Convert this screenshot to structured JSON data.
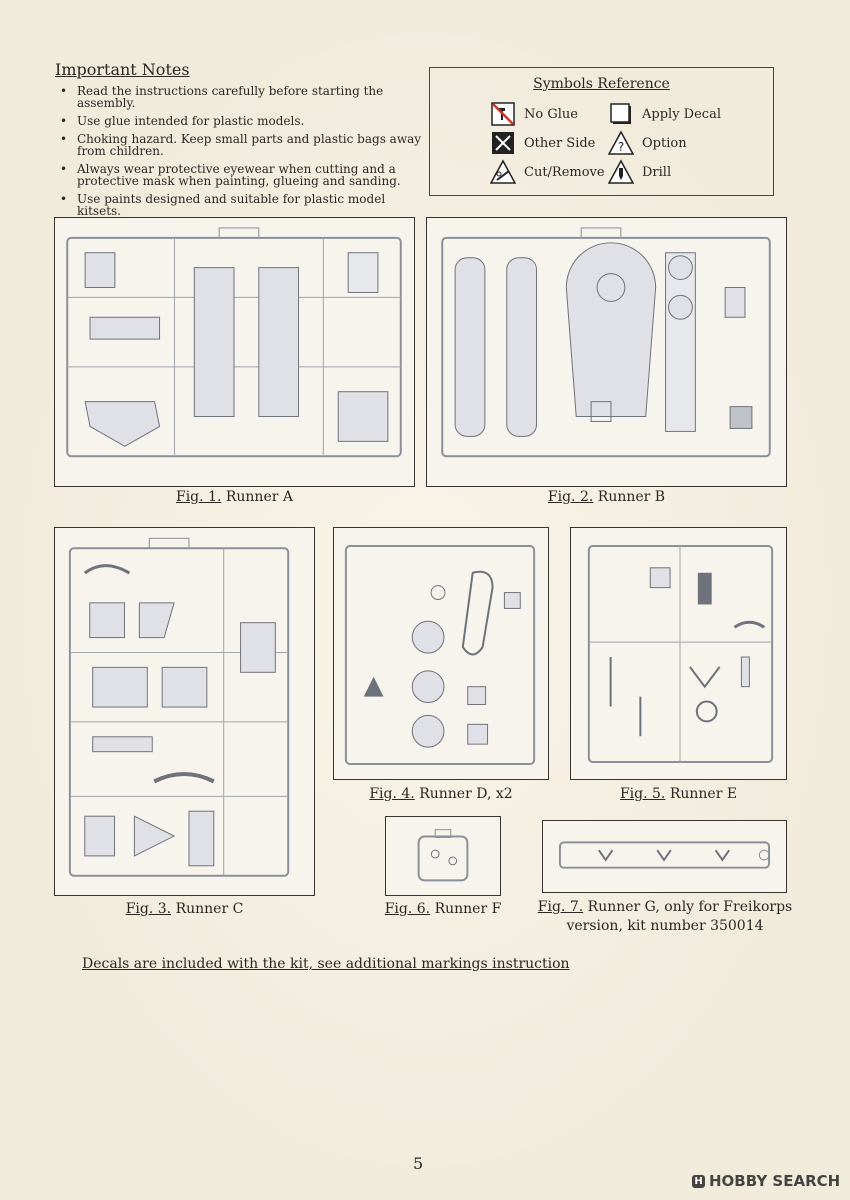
{
  "notes": {
    "title": "Important Notes",
    "items": [
      "Read the instructions carefully before starting the assembly.",
      "Use glue intended for plastic models.",
      "Choking hazard. Keep small parts and plastic bags away from children.",
      "Always wear protective eyewear when cutting and a protective mask when painting, glueing and sanding.",
      "Use paints designed and suitable for plastic model kitsets."
    ]
  },
  "symbols": {
    "title": "Symbols Reference",
    "items": [
      {
        "label": "No Glue",
        "icon": "no-glue-icon"
      },
      {
        "label": "Apply Decal",
        "icon": "decal-icon"
      },
      {
        "label": "Other Side",
        "icon": "other-side-icon"
      },
      {
        "label": "Option",
        "icon": "option-icon"
      },
      {
        "label": "Cut/Remove",
        "icon": "cut-icon"
      },
      {
        "label": "Drill",
        "icon": "drill-icon"
      }
    ]
  },
  "figures": [
    {
      "num": "Fig. 1.",
      "caption": "Runner A"
    },
    {
      "num": "Fig. 2.",
      "caption": "Runner B"
    },
    {
      "num": "Fig. 3.",
      "caption": "Runner C"
    },
    {
      "num": "Fig. 4.",
      "caption": "Runner D, x2"
    },
    {
      "num": "Fig. 5.",
      "caption": "Runner E"
    },
    {
      "num": "Fig. 6.",
      "caption": "Runner F"
    },
    {
      "num": "Fig. 7.",
      "caption_line1": "Runner G, only for Freikorps",
      "caption_line2": "version, kit number 350014"
    }
  ],
  "decals_note": "Decals are included with the kit, see additional markings instruction",
  "page_number": "5",
  "watermark": "HOBBY SEARCH"
}
